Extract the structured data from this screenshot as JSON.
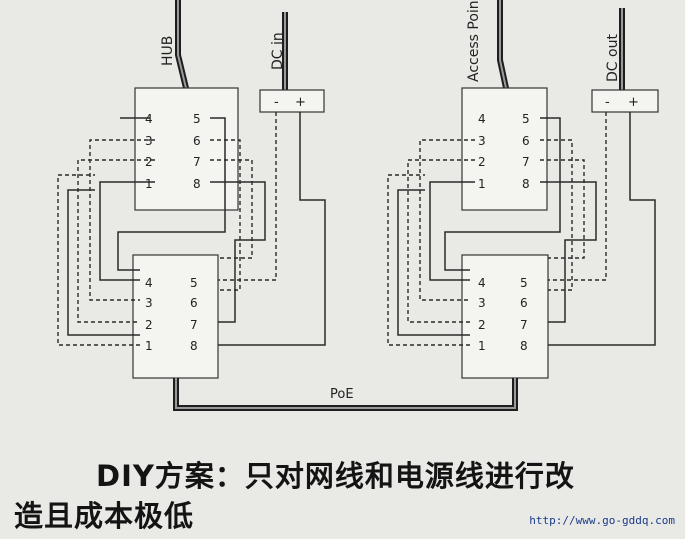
{
  "left": {
    "device_label": "HUB",
    "dc_label": "DC in",
    "dc_minus": "-",
    "dc_plus": "+",
    "top_pins": [
      "4",
      "5",
      "3",
      "6",
      "2",
      "7",
      "1",
      "8"
    ],
    "bottom_pins": [
      "4",
      "5",
      "3",
      "6",
      "2",
      "7",
      "1",
      "8"
    ]
  },
  "right": {
    "device_label": "Access Point",
    "dc_label": "DC out",
    "dc_minus": "-",
    "dc_plus": "+",
    "top_pins": [
      "4",
      "5",
      "3",
      "6",
      "2",
      "7",
      "1",
      "8"
    ],
    "bottom_pins": [
      "4",
      "5",
      "3",
      "6",
      "2",
      "7",
      "1",
      "8"
    ]
  },
  "cable_label": "PoE",
  "caption": {
    "line1": "DIY方案：只对网线和电源线进行改",
    "line2": "造且成本极低"
  },
  "watermark": "http://www.go-gddq.com"
}
